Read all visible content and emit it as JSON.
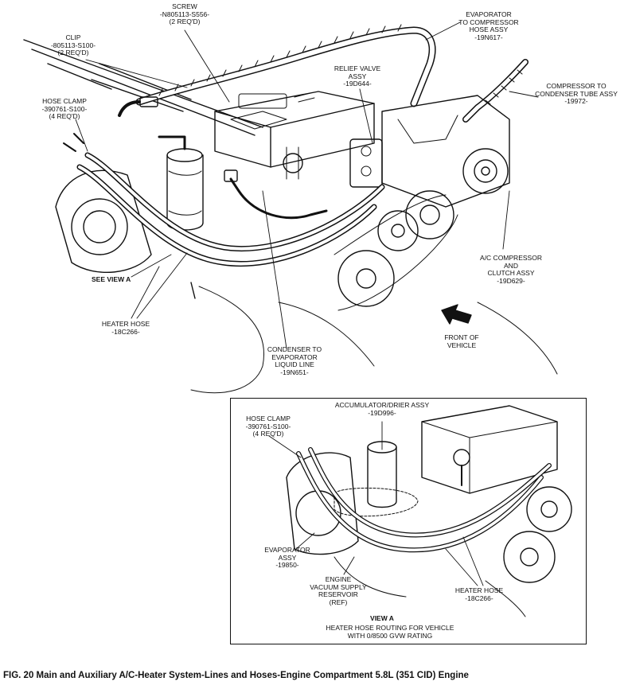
{
  "figure": {
    "caption": "FIG. 20 Main and Auxiliary A/C-Heater System-Lines and Hoses-Engine Compartment 5.8L (351 CID) Engine"
  },
  "main_view": {
    "labels": {
      "screw": [
        "SCREW",
        "-N805113-S556-",
        "(2 REQ'D)"
      ],
      "clip": [
        "CLIP",
        "-805113-S100-",
        "(2 REQ'D)"
      ],
      "hose_clamp": [
        "HOSE CLAMP",
        "-390761-S100-",
        "(4 REQ'D)"
      ],
      "evaporator_to_compressor": [
        "EVAPORATOR",
        "TO COMPRESSOR",
        "HOSE ASSY",
        "-19N617-"
      ],
      "relief_valve": [
        "RELIEF VALVE",
        "ASSY",
        "-19D644-"
      ],
      "compressor_to_condenser": [
        "COMPRESSOR TO",
        "CONDENSER TUBE ASSY",
        "-19972-"
      ],
      "see_view_a": [
        "SEE VIEW A"
      ],
      "heater_hose": [
        "HEATER HOSE",
        "-18C266-"
      ],
      "condenser_to_evaporator": [
        "CONDENSER TO",
        "EVAPORATOR",
        "LIQUID LINE",
        "-19N651-"
      ],
      "ac_compressor": [
        "A/C COMPRESSOR",
        "AND",
        "CLUTCH ASSY",
        "-19D629-"
      ],
      "front_of_vehicle": [
        "FRONT OF",
        "VEHICLE"
      ]
    }
  },
  "view_a": {
    "labels": {
      "accumulator": [
        "ACCUMULATOR/DRIER ASSY",
        "-19D996-"
      ],
      "hose_clamp": [
        "HOSE CLAMP",
        "-390761-S100-",
        "(4 REQ'D)"
      ],
      "evaporator": [
        "EVAPORATOR",
        "ASSY",
        "-19850-"
      ],
      "engine_reservoir": [
        "ENGINE",
        "VACUUM SUPPLY",
        "RESERVOIR",
        "(REF)"
      ],
      "heater_hose": [
        "HEATER HOSE",
        "-18C266-"
      ],
      "title": [
        "VIEW A"
      ],
      "subtitle": [
        "HEATER HOSE ROUTING FOR VEHICLE",
        "WITH 0/8500 GVW RATING"
      ]
    }
  }
}
